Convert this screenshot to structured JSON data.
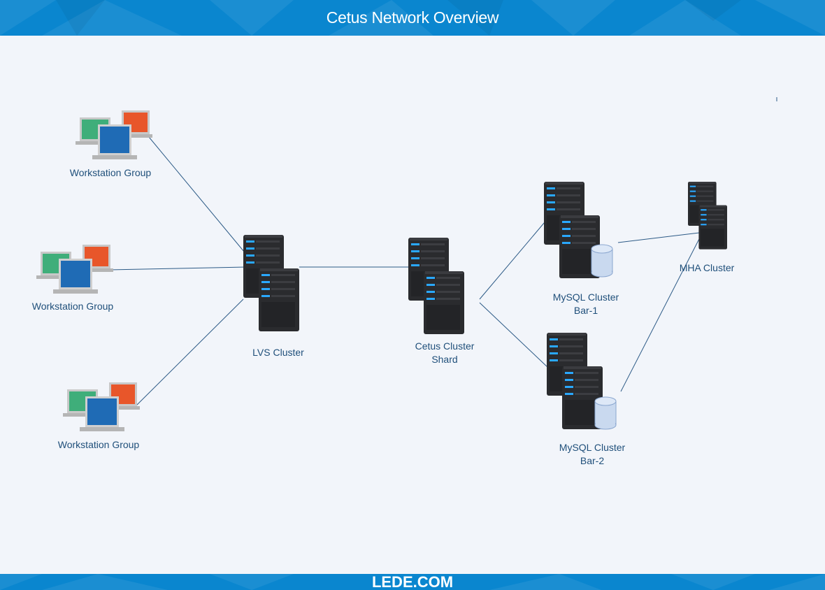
{
  "diagram": {
    "title": "Cetus Network Overview",
    "footer": "LEDE.COM",
    "nodes": {
      "ws1": {
        "label": "Workstation Group",
        "icon": "workstation-group-icon"
      },
      "ws2": {
        "label": "Workstation Group",
        "icon": "workstation-group-icon"
      },
      "ws3": {
        "label": "Workstation Group",
        "icon": "workstation-group-icon"
      },
      "lvs": {
        "label": "LVS Cluster",
        "icon": "server-cluster-icon"
      },
      "cetus": {
        "label_lines": [
          "Cetus Cluster",
          "Shard"
        ],
        "icon": "server-cluster-icon"
      },
      "mysql1": {
        "label_lines": [
          "MySQL Cluster",
          "Bar-1"
        ],
        "icon": "database-server-cluster-icon"
      },
      "mysql2": {
        "label_lines": [
          "MySQL Cluster",
          "Bar-2"
        ],
        "icon": "database-server-cluster-icon"
      },
      "mha": {
        "label": "MHA Cluster",
        "icon": "server-cluster-icon"
      }
    },
    "edges": [
      {
        "from": "ws1",
        "to": "lvs"
      },
      {
        "from": "ws2",
        "to": "lvs"
      },
      {
        "from": "ws3",
        "to": "lvs"
      },
      {
        "from": "lvs",
        "to": "cetus"
      },
      {
        "from": "cetus",
        "to": "mysql1"
      },
      {
        "from": "cetus",
        "to": "mysql2"
      },
      {
        "from": "mysql1",
        "to": "mha"
      },
      {
        "from": "mysql2",
        "to": "mha"
      }
    ],
    "colors": {
      "band": "#0a86cf",
      "background": "#f2f5fa",
      "label": "#1f4f7a",
      "edge": "#2c5a86",
      "monitor_green": "#3fae7a",
      "monitor_orange": "#e8562a",
      "monitor_blue": "#1f6bb5",
      "server": "#2a2b2e",
      "server_led": "#2aa8ff",
      "database": "#c9d9ef"
    }
  }
}
